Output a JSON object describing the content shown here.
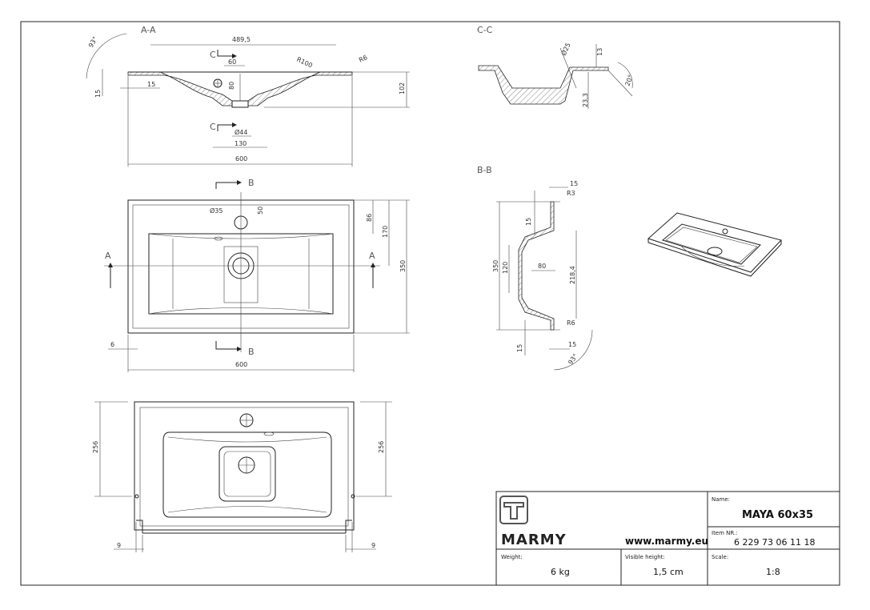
{
  "sections": {
    "aa": "A-A",
    "bb": "B-B",
    "cc": "C-C",
    "cut_a": "A",
    "cut_b": "B",
    "cut_c": "C"
  },
  "dims": {
    "aa_489": "489,5",
    "aa_93": "93°",
    "aa_60": "60",
    "aa_r100": "R100",
    "aa_r6": "R6",
    "aa_15a": "15",
    "aa_15b": "15",
    "aa_80": "80",
    "aa_102": "102",
    "aa_44": "Ø44",
    "aa_130": "130",
    "aa_600": "600",
    "cc_25": "Ø25",
    "cc_13": "13",
    "cc_20": "20°",
    "cc_233": "23,3",
    "plan_35": "Ø35",
    "plan_50": "50",
    "plan_86": "86",
    "plan_170": "170",
    "plan_350": "350",
    "plan_6": "6",
    "plan_600": "600",
    "bb_15a": "15",
    "bb_r3": "R3",
    "bb_15b": "15",
    "bb_350": "350",
    "bb_120": "120",
    "bb_80": "80",
    "bb_2184": "218,4",
    "bb_r6": "R6",
    "bb_15c": "15",
    "bb_15d": "15",
    "bb_93": "93°",
    "bot_256a": "256",
    "bot_256b": "256",
    "bot_9a": "9",
    "bot_9b": "9"
  },
  "title_block": {
    "brand": "MARMY",
    "website": "www.marmy.eu",
    "name_label": "Name:",
    "name_value": "MAYA 60x35",
    "item_label": "Item NR.:",
    "item_value": "6 229 73 06 11 18",
    "weight_label": "Weight:",
    "weight_value": "6 kg",
    "visible_label": "Visible height:",
    "visible_value": "1,5 cm",
    "scale_label": "Scale:",
    "scale_value": "1:8"
  },
  "icons": {
    "logo": "marmy-logo-icon"
  }
}
